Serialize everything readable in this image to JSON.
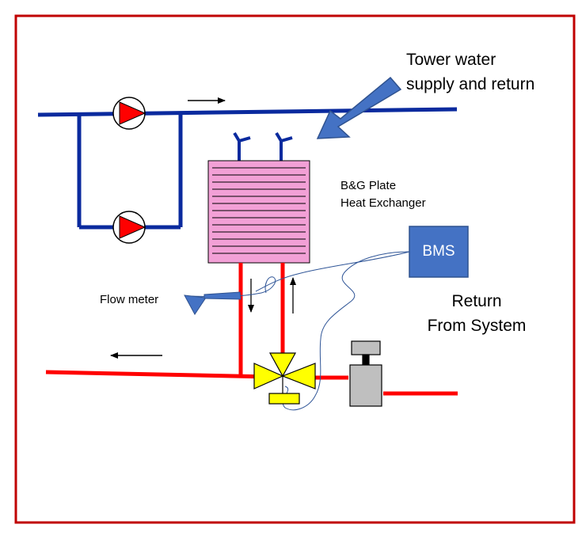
{
  "labels": {
    "tower_water": "Tower water\nsupply and return",
    "heat_exchanger": "B&G Plate\nHeat Exchanger",
    "bms": "BMS",
    "return_from_system": "Return\nFrom System",
    "flow_meter": "Flow meter"
  },
  "colors": {
    "frame": "#c00000",
    "tower_pipe": "#0a2a9e",
    "system_pipe": "#ff0000",
    "heat_exchanger_fill": "#f2a0d6",
    "bms_box": "#4472c4",
    "valve": "#ffff00",
    "actuator": "#bfbfbf",
    "pump_fill": "#ff0000"
  },
  "icons": {
    "pump": "pump-icon",
    "valve": "three-way-valve-icon",
    "actuator": "valve-actuator-icon",
    "flow_meter": "flow-meter-icon",
    "callout_arrow": "callout-arrow-icon"
  }
}
